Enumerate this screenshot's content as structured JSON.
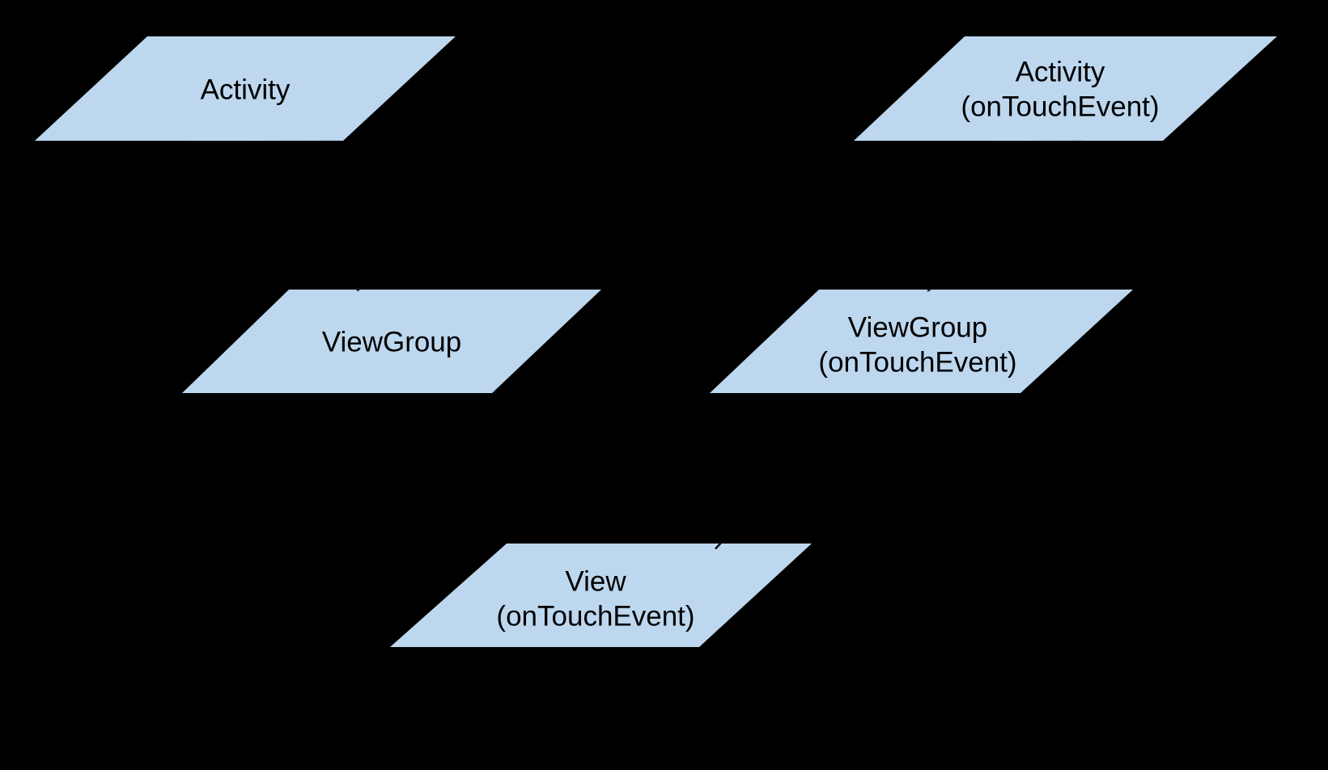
{
  "diagram": {
    "background_color": "#000000",
    "node_fill_color": "#BDD7EE",
    "node_text_color": "#000000",
    "nodes": [
      {
        "id": "activity",
        "lines": [
          "Activity"
        ]
      },
      {
        "id": "activity-ontouchevent",
        "lines": [
          "Activity",
          "(onTouchEvent)"
        ]
      },
      {
        "id": "viewgroup",
        "lines": [
          "ViewGroup"
        ]
      },
      {
        "id": "viewgroup-ontouchevent",
        "lines": [
          "ViewGroup",
          "(onTouchEvent)"
        ]
      },
      {
        "id": "view-ontouchevent",
        "lines": [
          "View",
          "(onTouchEvent)"
        ]
      }
    ]
  }
}
